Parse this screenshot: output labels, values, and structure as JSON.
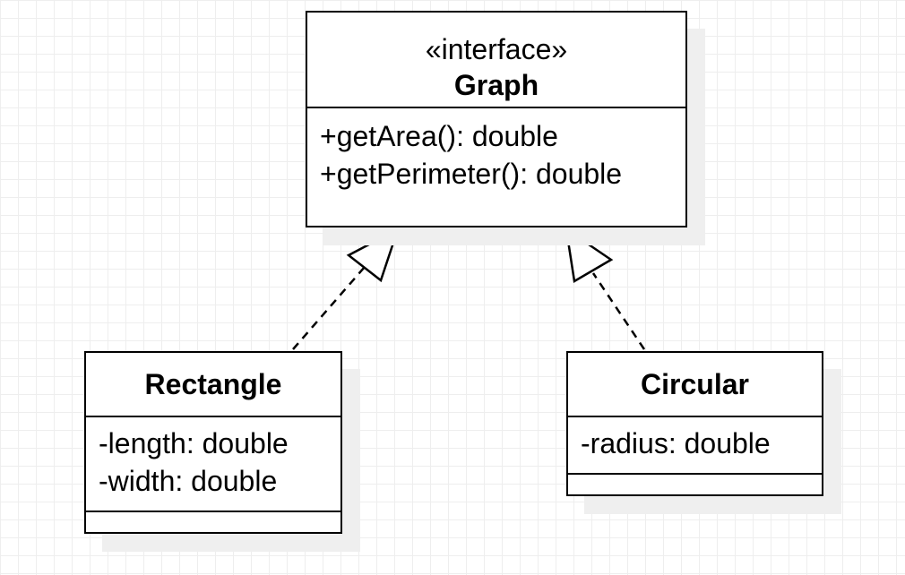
{
  "diagram": {
    "type": "uml-class-diagram",
    "grid": true,
    "classes": {
      "graph": {
        "stereotype": "«interface»",
        "name": "Graph",
        "attributes": [],
        "operations": [
          "+getArea(): double",
          "+getPerimeter(): double"
        ]
      },
      "rectangle": {
        "name": "Rectangle",
        "attributes": [
          "-length: double",
          "-width: double"
        ],
        "operations": []
      },
      "circular": {
        "name": "Circular",
        "attributes": [
          "-radius: double"
        ],
        "operations": []
      }
    },
    "relations": [
      {
        "type": "realization",
        "from": "Rectangle",
        "to": "Graph"
      },
      {
        "type": "realization",
        "from": "Circular",
        "to": "Graph"
      }
    ]
  }
}
